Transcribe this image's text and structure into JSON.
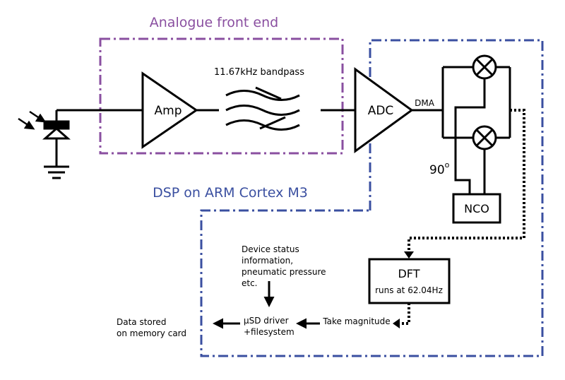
{
  "regions": {
    "analogue_front_end": {
      "title": "Analogue front end",
      "color": "#8a4fa0"
    },
    "dsp": {
      "title": "DSP on ARM Cortex M3",
      "color": "#3a4fa0"
    }
  },
  "blocks": {
    "amp": "Amp",
    "bandpass": "11.67kHz bandpass",
    "adc": "ADC",
    "dma": "DMA",
    "phase": {
      "value": "90",
      "unit": "o"
    },
    "nco": "NCO",
    "dft": {
      "title": "DFT",
      "subtitle": "runs at 62.04Hz"
    },
    "magnitude": "Take magnitude",
    "usd_driver": [
      "µSD driver",
      "+filesystem"
    ],
    "device_status": [
      "Device status",
      "information,",
      "pneumatic pressure",
      "etc."
    ],
    "data_stored": [
      "Data stored",
      "on memory card"
    ]
  },
  "icons": [
    "photodiode-icon",
    "ground-icon",
    "mixer-icon",
    "light-arrow-icon"
  ]
}
